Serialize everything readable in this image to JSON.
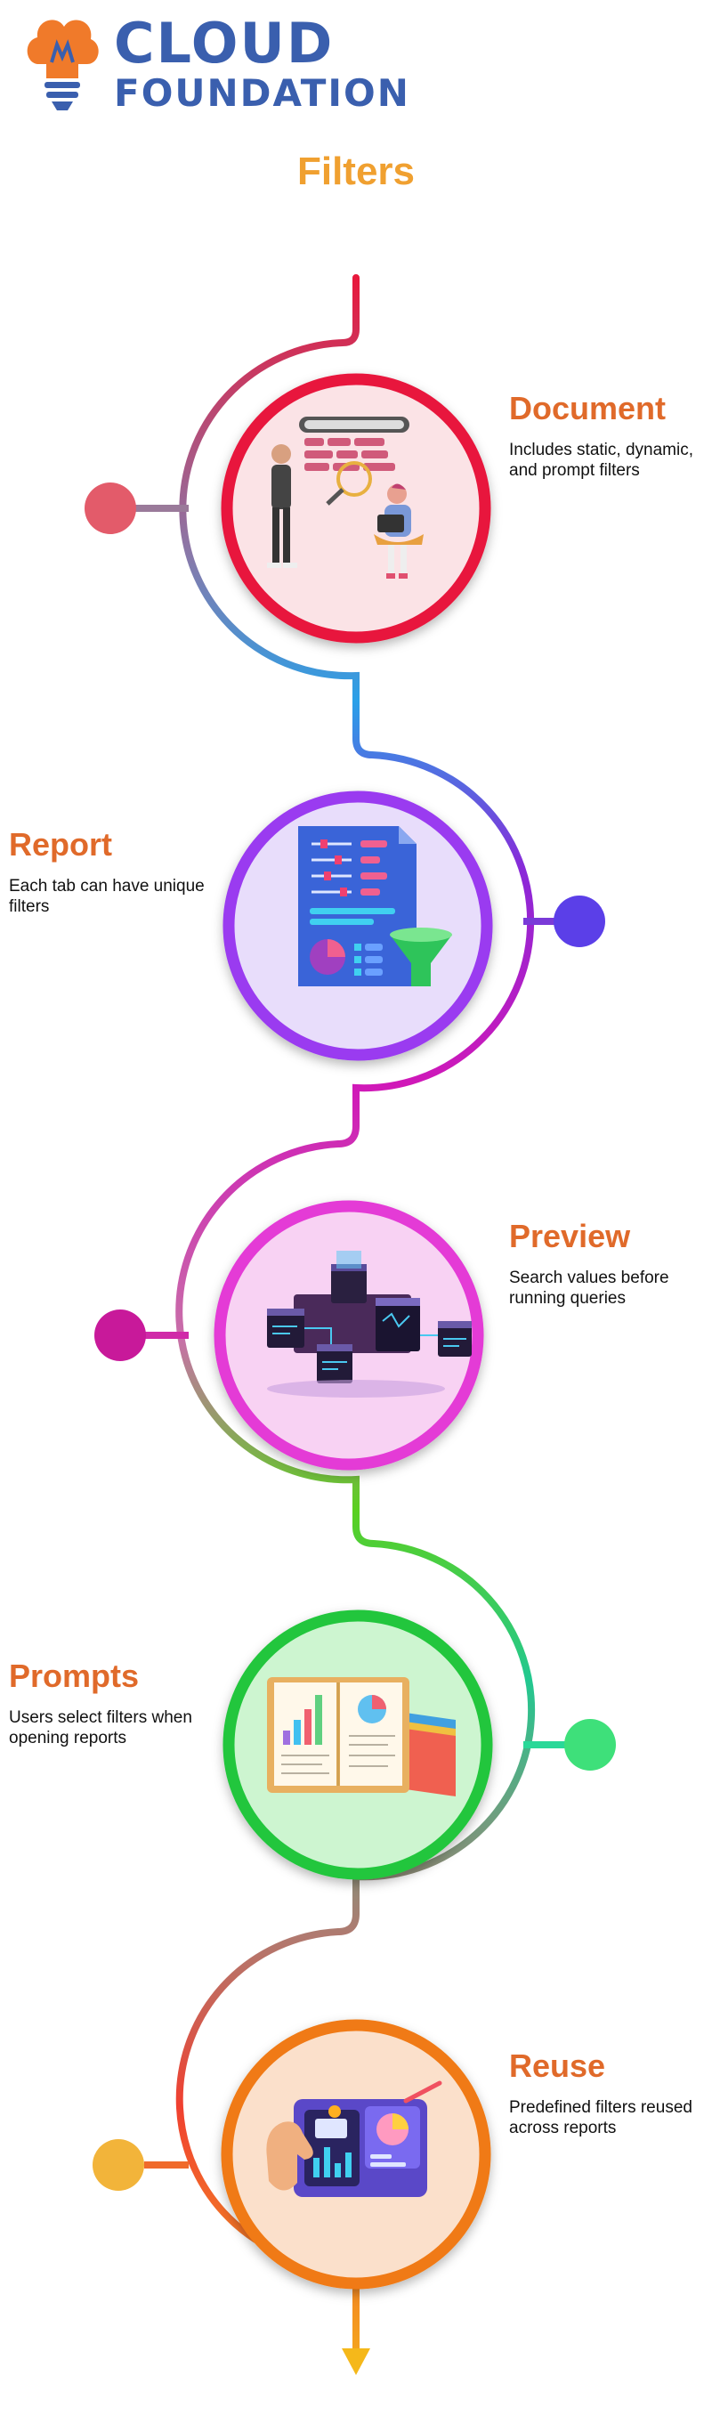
{
  "brand": {
    "line1": "CLOUD",
    "line2": "FOUNDATION"
  },
  "title": "Filters",
  "steps": [
    {
      "id": "document",
      "title": "Document",
      "desc": "Includes static, dynamic, and prompt filters",
      "side": "right",
      "ring_color": "#e8183c",
      "fill_color": "#fbe3e6",
      "dot_color": "#e35b6a",
      "title_color": "#e06a2a",
      "image_icon": "filter-search-people-icon"
    },
    {
      "id": "report",
      "title": "Report",
      "desc": "Each tab can have unique filters",
      "side": "left",
      "ring_color": "#9a3af0",
      "fill_color": "#e8ddfb",
      "dot_color": "#5b3fe8",
      "title_color": "#e06a2a",
      "image_icon": "report-funnel-icon"
    },
    {
      "id": "preview",
      "title": "Preview",
      "desc": "Search values before running queries",
      "side": "right",
      "ring_color": "#e43ad6",
      "fill_color": "#f8d2f3",
      "dot_color": "#c8199a",
      "title_color": "#e06a2a",
      "image_icon": "server-cubes-icon"
    },
    {
      "id": "prompts",
      "title": "Prompts",
      "desc": "Users select filters when opening reports",
      "side": "left",
      "ring_color": "#22c63c",
      "fill_color": "#cdf5d0",
      "dot_color": "#3ee07a",
      "title_color": "#e06a2a",
      "image_icon": "book-charts-icon"
    },
    {
      "id": "reuse",
      "title": "Reuse",
      "desc": "Predefined filters reused across reports",
      "side": "right",
      "ring_color": "#f07a12",
      "fill_color": "#fbe0cb",
      "dot_color": "#f2b43a",
      "title_color": "#e06a2a",
      "image_icon": "dashboard-hand-icon"
    }
  ],
  "colors": {
    "brand_blue": "#3a5fae",
    "brand_orange": "#f07a2a",
    "title_orange": "#f0a030"
  }
}
